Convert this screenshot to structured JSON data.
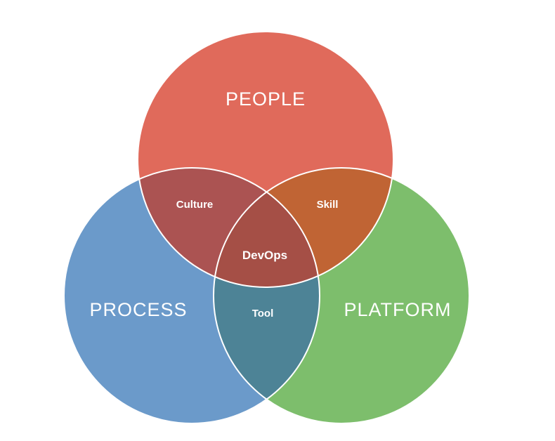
{
  "diagram": {
    "type": "venn",
    "background_color": "#ffffff",
    "label_color": "#ffffff",
    "outline_color": "#ffffff",
    "circles": [
      {
        "id": "people",
        "label": "PEOPLE",
        "color": "#e06a5b"
      },
      {
        "id": "process",
        "label": "PROCESS",
        "color": "#6b9aca"
      },
      {
        "id": "platform",
        "label": "PLATFORM",
        "color": "#7dbe6c"
      }
    ],
    "intersections": [
      {
        "id": "culture",
        "label": "Culture",
        "between": "people + process",
        "color": "#ab5352"
      },
      {
        "id": "skill",
        "label": "Skill",
        "between": "people + platform",
        "color": "#c06434"
      },
      {
        "id": "tool",
        "label": "Tool",
        "between": "process + platform",
        "color": "#4d8396"
      },
      {
        "id": "devops",
        "label": "DevOps",
        "between": "people + process + platform",
        "color": "#a54f46"
      }
    ]
  }
}
